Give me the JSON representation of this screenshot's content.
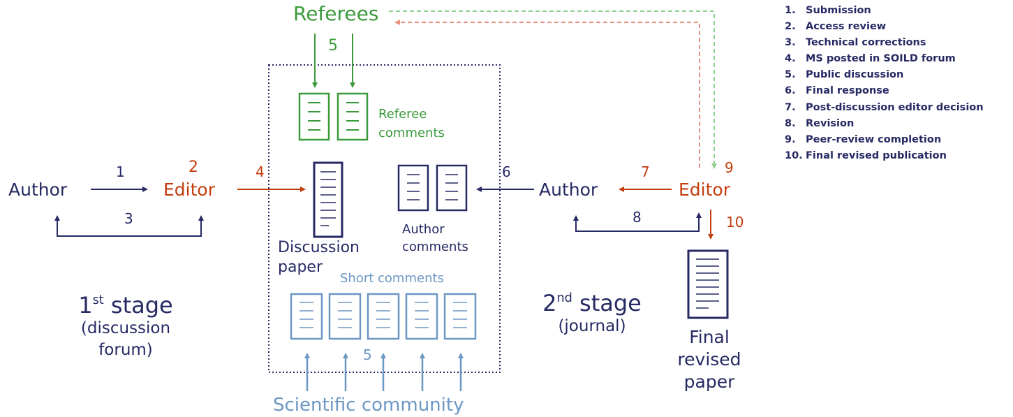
{
  "nodes": {
    "referees": "Referees",
    "author_stage1": "Author",
    "editor_stage1": "Editor",
    "author_stage2": "Author",
    "editor_stage2": "Editor",
    "referee_comments_line1": "Referee",
    "referee_comments_line2": "comments",
    "discussion_paper_line1": "Discussion",
    "discussion_paper_line2": "paper",
    "author_comments_line1": "Author",
    "author_comments_line2": "comments",
    "short_comments": "Short comments",
    "scientific_community": "Scientific community",
    "final_paper_line1": "Final",
    "final_paper_line2": "revised",
    "final_paper_line3": "paper"
  },
  "stages": {
    "first_num": "1",
    "first_sup": "st",
    "first_word": "stage",
    "first_sub1": "(discussion",
    "first_sub2": "forum)",
    "second_num": "2",
    "second_sup": "nd",
    "second_word": "stage",
    "second_sub": "(journal)"
  },
  "step_labels": {
    "s1": "1",
    "s2": "2",
    "s3": "3",
    "s4": "4",
    "s5_top": "5",
    "s5_bottom": "5",
    "s6": "6",
    "s7": "7",
    "s8": "8",
    "s9": "9",
    "s10": "10"
  },
  "legend": [
    {
      "num": "1.",
      "text": "Submission"
    },
    {
      "num": "2.",
      "text": "Access review"
    },
    {
      "num": "3.",
      "text": "Technical corrections"
    },
    {
      "num": "4.",
      "text": "MS posted in SOILD forum"
    },
    {
      "num": "5.",
      "text": "Public discussion"
    },
    {
      "num": "6.",
      "text": "Final response"
    },
    {
      "num": "7.",
      "text": "Post-discussion editor decision"
    },
    {
      "num": "8.",
      "text": "Revision"
    },
    {
      "num": "9.",
      "text": "Peer-review completion"
    },
    {
      "num": "10.",
      "text": "Final revised publication"
    }
  ],
  "colors": {
    "navy": "#262a63",
    "red": "#c33d0f",
    "green": "#3a9a3a",
    "light_blue": "#6b97c4",
    "light_green_dashed": "#8fcf8f",
    "salmon_dashed": "#e8907a"
  }
}
